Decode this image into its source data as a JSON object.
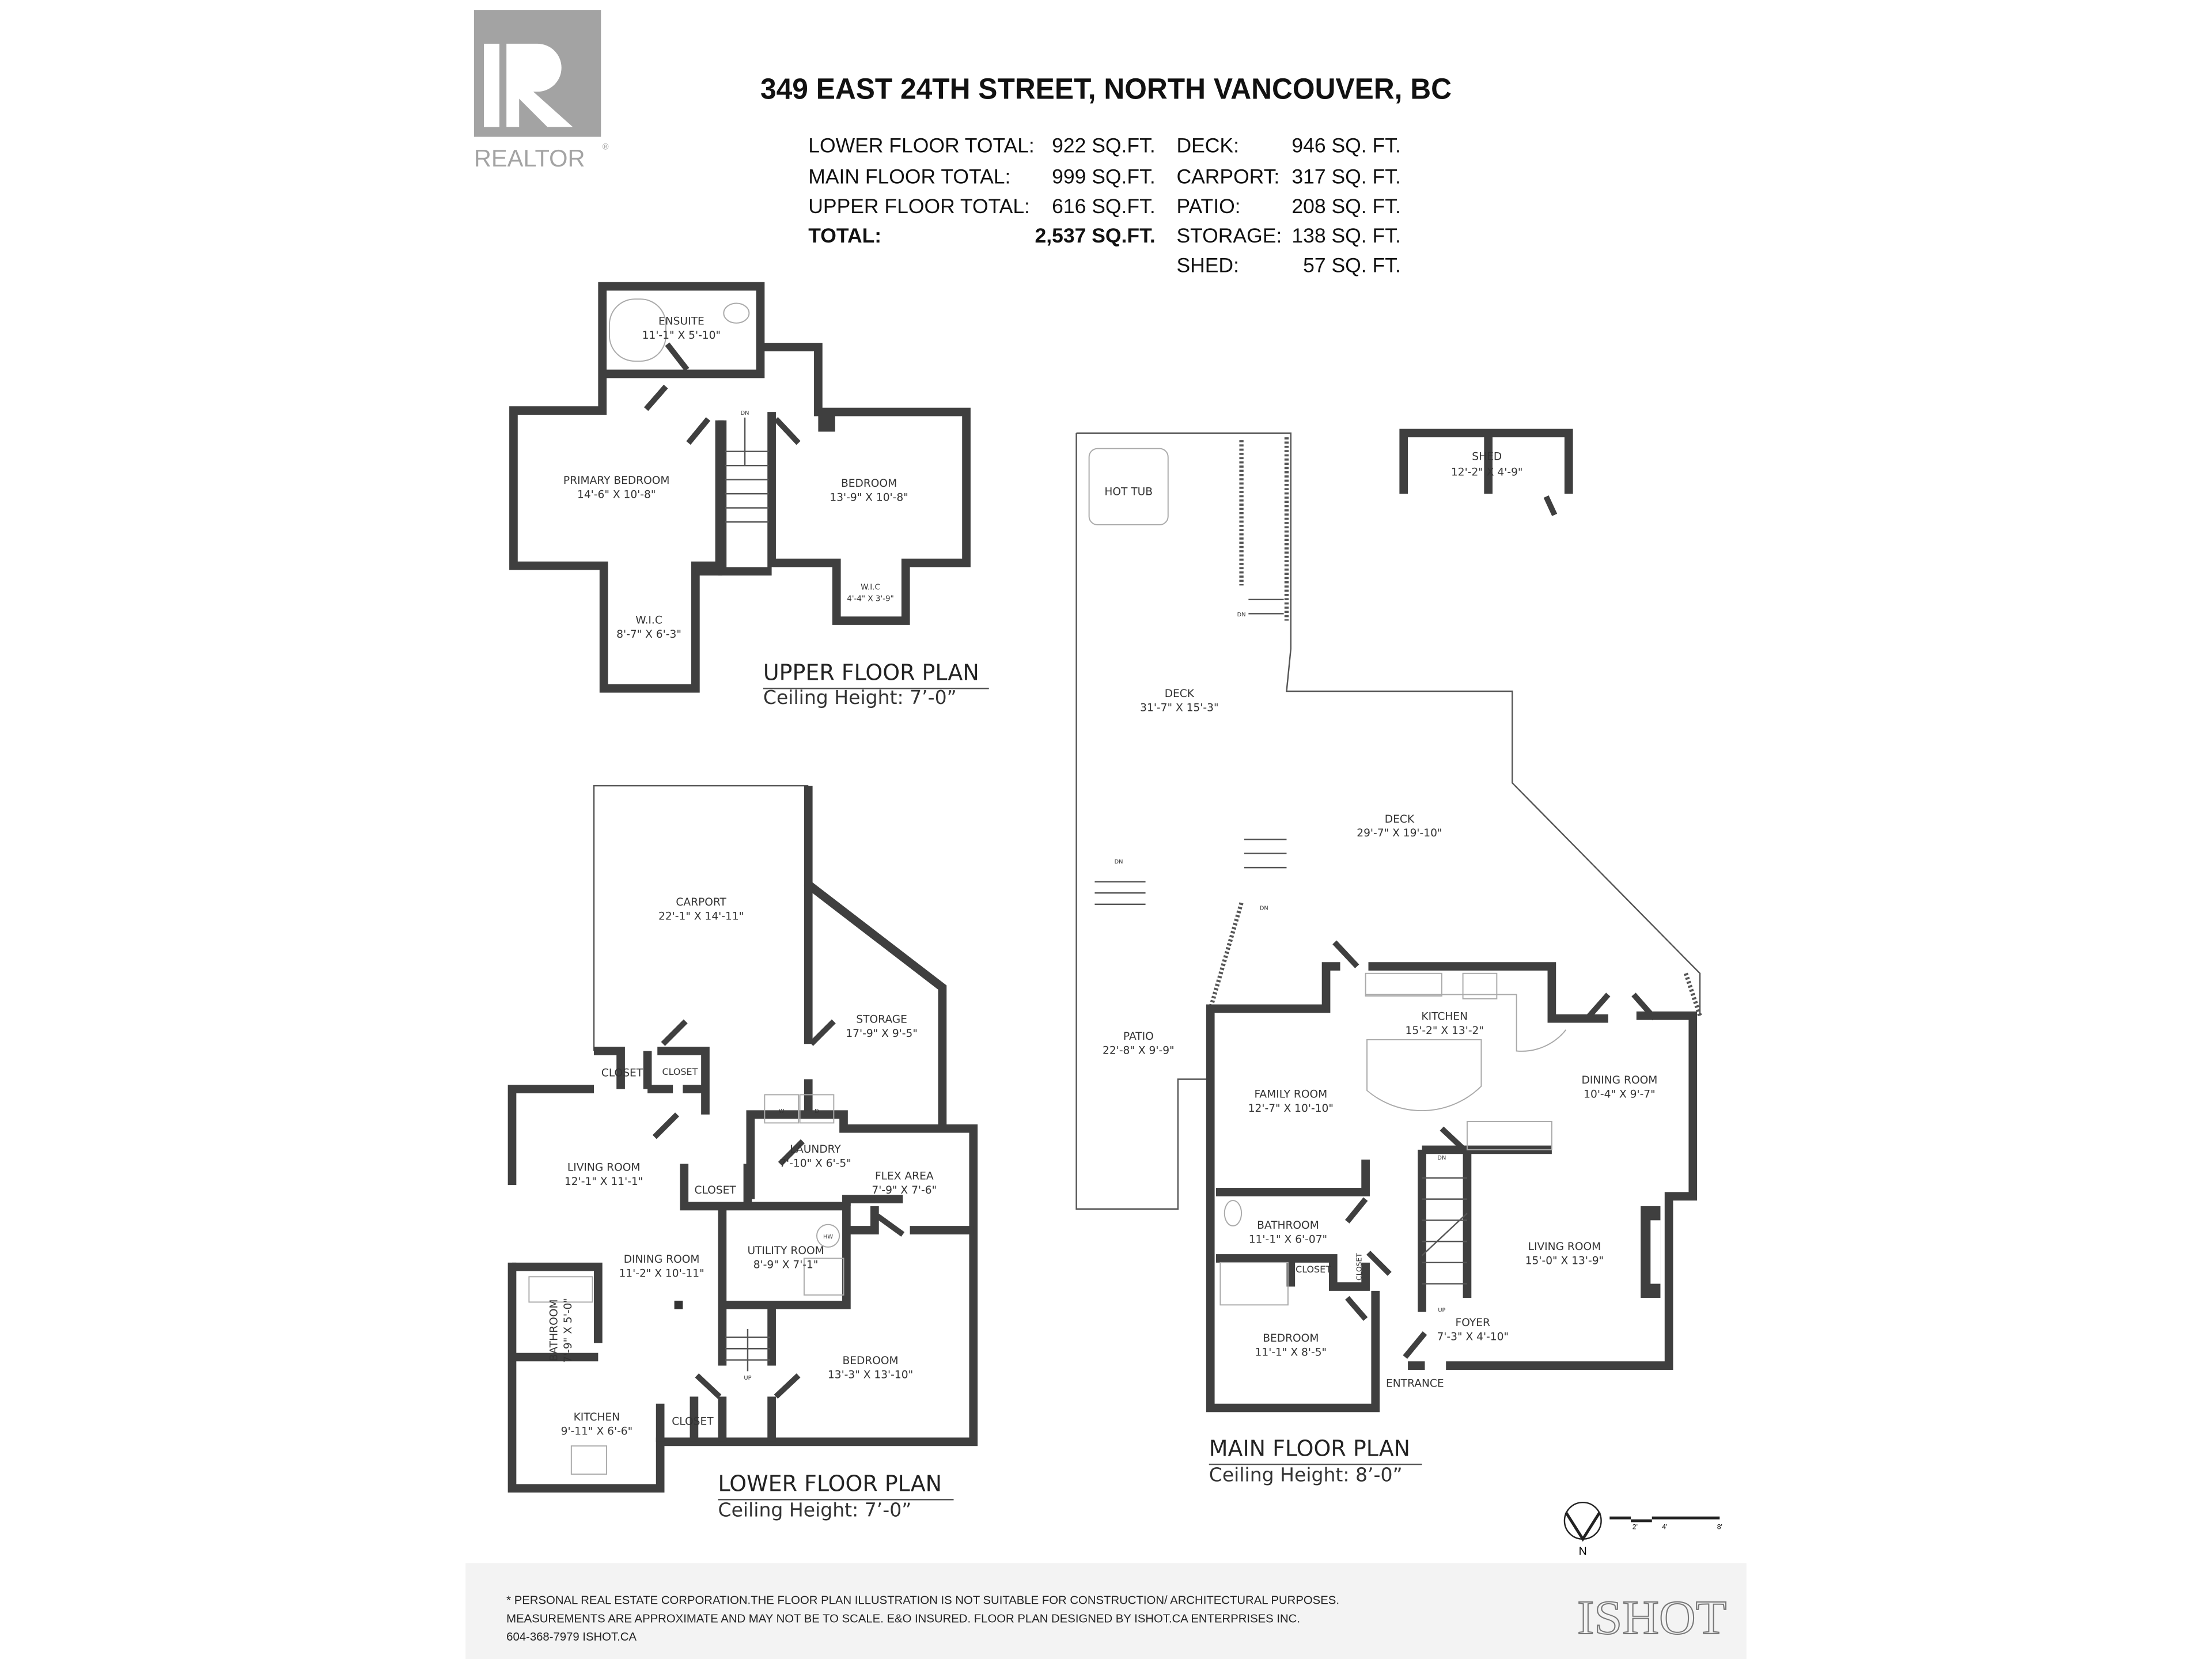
{
  "logo": {
    "brand": "REALTOR",
    "color": "#a3a3a3"
  },
  "title": "349 EAST 24TH STREET, NORTH VANCOUVER, BC",
  "totals": [
    {
      "label": "LOWER FLOOR TOTAL:",
      "value": "922 SQ.FT."
    },
    {
      "label": "MAIN FLOOR TOTAL:",
      "value": "999 SQ.FT."
    },
    {
      "label": "UPPER FLOOR TOTAL:",
      "value": "616 SQ.FT."
    },
    {
      "label": "TOTAL:",
      "value": "2,537 SQ.FT."
    }
  ],
  "extras": [
    {
      "label": "DECK:",
      "value": "946 SQ. FT."
    },
    {
      "label": "CARPORT:",
      "value": "317 SQ. FT."
    },
    {
      "label": "PATIO:",
      "value": "208 SQ. FT."
    },
    {
      "label": "STORAGE:",
      "value": "138 SQ. FT."
    },
    {
      "label": "SHED:",
      "value": "57 SQ. FT."
    }
  ],
  "upper": {
    "title": "UPPER FLOOR PLAN",
    "ceiling": "Ceiling Height: 7’-0”",
    "stair": "DN",
    "rooms": [
      {
        "name": "ENSUITE",
        "dims": "11'-1\" X 5'-10\""
      },
      {
        "name": "PRIMARY BEDROOM",
        "dims": "14'-6\" X 10'-8\""
      },
      {
        "name": "BEDROOM",
        "dims": "13'-9\" X 10'-8\""
      },
      {
        "name": "W.I.C",
        "dims": "8'-7\" X 6'-3\""
      },
      {
        "name": "W.I.C",
        "dims": "4'-4\" X 3'-9\""
      }
    ]
  },
  "lower": {
    "title": "LOWER FLOOR PLAN",
    "ceiling": "Ceiling Height: 7’-0”",
    "stair": "UP",
    "rooms": [
      {
        "name": "CARPORT",
        "dims": "22'-1\" X 14'-11\""
      },
      {
        "name": "STORAGE",
        "dims": "17'-9\" X 9'-5\""
      },
      {
        "name": "CLOSET"
      },
      {
        "name": "CLOSET"
      },
      {
        "name": "LIVING ROOM",
        "dims": "12'-1\" X 11'-1\""
      },
      {
        "name": "LAUNDRY",
        "dims": "7'-10\" X 6'-5\""
      },
      {
        "name": "FLEX AREA",
        "dims": "7'-9\" X 7'-6\""
      },
      {
        "name": "CLOSET"
      },
      {
        "name": "DINING ROOM",
        "dims": "11'-2\" X 10'-11\""
      },
      {
        "name": "UTILITY ROOM",
        "dims": "8'-9\" X 7'-1\""
      },
      {
        "name": "BATHROOM",
        "dims": "7'-9\" X 5'-0\""
      },
      {
        "name": "BEDROOM",
        "dims": "13'-3\" X 13'-10\""
      },
      {
        "name": "KITCHEN",
        "dims": "9'-11\" X 6'-6\""
      },
      {
        "name": "CLOSET"
      }
    ],
    "fixtures": {
      "washer": "W",
      "dryer": "D",
      "water_heater": "HW"
    }
  },
  "main": {
    "title": "MAIN FLOOR PLAN",
    "ceiling": "Ceiling Height: 8’-0”",
    "stair_dn": "DN",
    "stair_up": "UP",
    "rooms": [
      {
        "name": "HOT TUB"
      },
      {
        "name": "DECK",
        "dims": "31'-7\" X 15'-3\""
      },
      {
        "name": "SHED",
        "dims": "12'-2\" X 4'-9\""
      },
      {
        "name": "DECK",
        "dims": "29'-7\" X 19'-10\""
      },
      {
        "name": "PATIO",
        "dims": "22'-8\" X 9'-9\""
      },
      {
        "name": "KITCHEN",
        "dims": "15'-2\" X 13'-2\""
      },
      {
        "name": "FAMILY ROOM",
        "dims": "12'-7\" X 10'-10\""
      },
      {
        "name": "DINING ROOM",
        "dims": "10'-4\" X 9'-7\""
      },
      {
        "name": "BATHROOM",
        "dims": "11'-1\" X 6'-07\""
      },
      {
        "name": "CLOSET"
      },
      {
        "name": "CLOSET"
      },
      {
        "name": "LIVING ROOM",
        "dims": "15'-0\" X 13'-9\""
      },
      {
        "name": "BEDROOM",
        "dims": "11'-1\" X 8'-5\""
      },
      {
        "name": "FOYER",
        "dims": "7'-3\" X 4'-10\""
      },
      {
        "name": "ENTRANCE"
      }
    ]
  },
  "compass": {
    "label": "N",
    "icon": "north-arrow-icon"
  },
  "scale_bar": [
    "2'",
    "4'",
    "8'"
  ],
  "footer": {
    "lines": [
      "* PERSONAL REAL ESTATE CORPORATION.THE FLOOR PLAN ILLUSTRATION IS NOT SUITABLE FOR CONSTRUCTION/ ARCHITECTURAL PURPOSES.",
      "MEASUREMENTS ARE APPROXIMATE AND MAY NOT BE TO SCALE. E&O INSURED. FLOOR PLAN DESIGNED BY ISHOT.CA ENTERPRISES INC.",
      "604-368-7979  ISHOT.CA"
    ],
    "logo": "ISHOT",
    "background": "#f3f3f3"
  }
}
